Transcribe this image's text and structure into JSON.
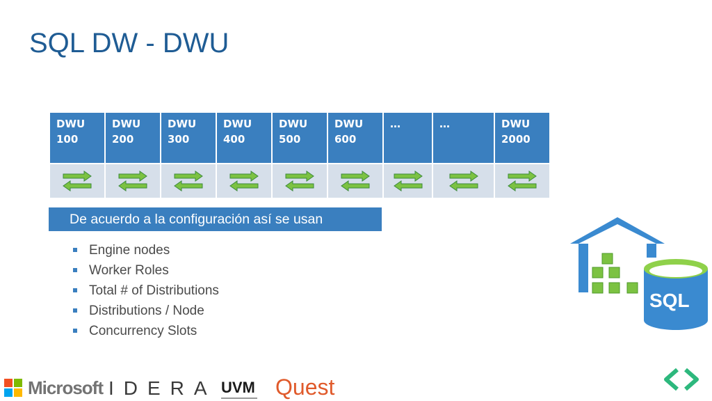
{
  "slide": {
    "title": "SQL DW - DWU"
  },
  "dwu_table": {
    "headers": [
      {
        "line1": "DWU",
        "line2": "100"
      },
      {
        "line1": "DWU",
        "line2": "200"
      },
      {
        "line1": "DWU",
        "line2": "300"
      },
      {
        "line1": "DWU",
        "line2": "400"
      },
      {
        "line1": "DWU",
        "line2": "500"
      },
      {
        "line1": "DWU",
        "line2": "600"
      },
      {
        "line1": "…",
        "line2": ""
      },
      {
        "line1": "…",
        "line2": ""
      },
      {
        "line1": "DWU",
        "line2": "2000"
      }
    ],
    "row_icon": "bidirectional-arrows-icon",
    "colors": {
      "header_bg": "#3a7fbf",
      "row_bg": "#d6dfea",
      "arrow_fill": "#7cc242",
      "arrow_stroke": "#3c8a3c"
    }
  },
  "caption": "De acuerdo a la configuración así se usan",
  "bullets": [
    "Engine nodes",
    "Worker Roles",
    "Total # of Distributions",
    "Distributions / Node",
    "Concurrency Slots"
  ],
  "sql_icon": {
    "label": "SQL",
    "icon": "sql-data-warehouse-icon"
  },
  "sponsors": {
    "microsoft": "Microsoft",
    "idera": "IDERA",
    "uvm": "UVM",
    "quest": "Quest"
  },
  "nav": {
    "icon": "prev-next-chevrons-icon"
  },
  "colors": {
    "accent": "#1f5c94",
    "bar": "#3a7fbf",
    "green": "#2db87d",
    "quest": "#e05a2b"
  }
}
